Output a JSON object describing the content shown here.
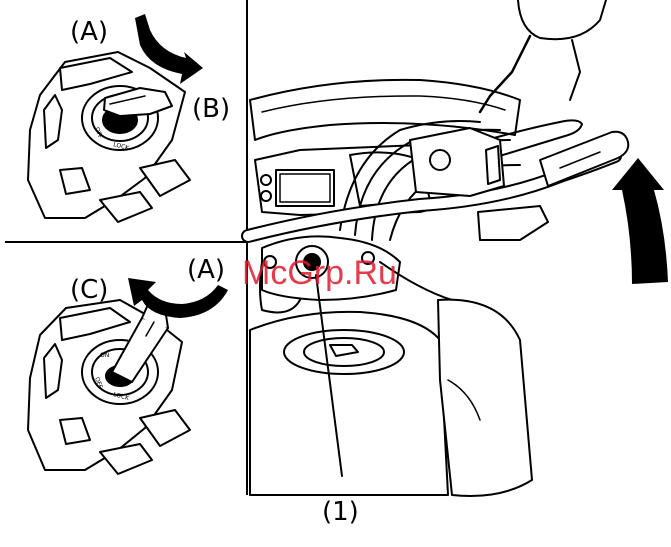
{
  "labels": {
    "a_top": "(A)",
    "b": "(B)",
    "a_mid": "(A)",
    "c": "(C)",
    "one": "(1)"
  },
  "switch_markings": {
    "off": "OFF",
    "lock": "LOCK",
    "on": "ON"
  },
  "watermark": "McGrp.Ru",
  "colors": {
    "line": "#000000",
    "background": "#ffffff",
    "watermark": "#e0192e"
  }
}
